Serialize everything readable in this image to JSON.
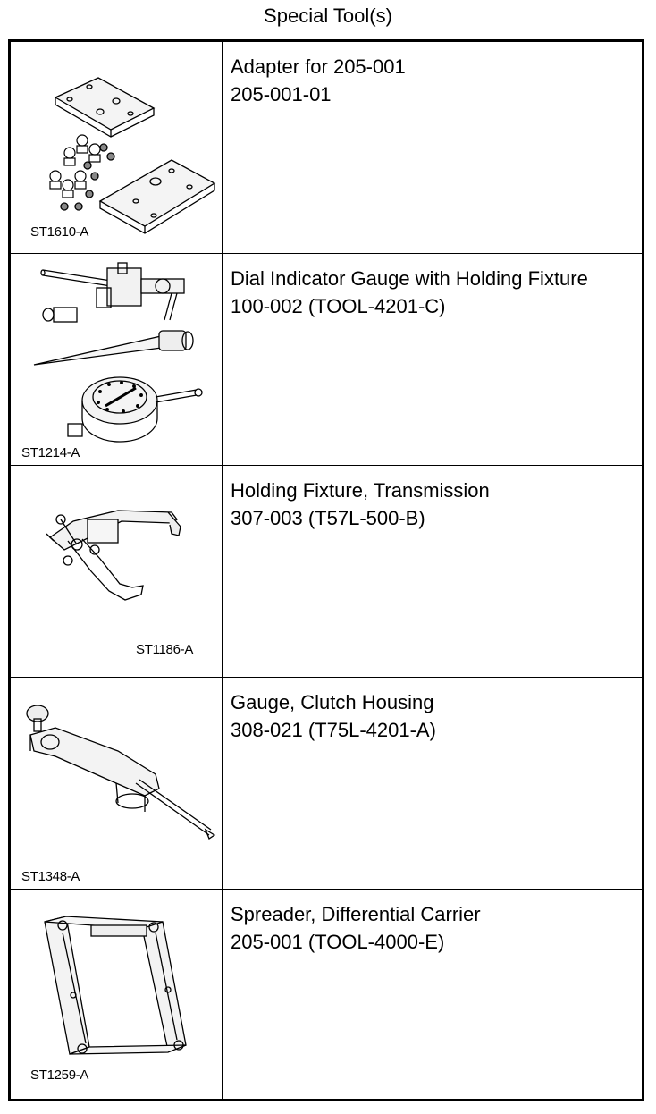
{
  "page": {
    "title": "Special Tool(s)"
  },
  "tools": [
    {
      "code": "ST1610-A",
      "name": "Adapter for 205-001",
      "number": "205-001-01",
      "illustration": "adapter-plates-bolts-illustration"
    },
    {
      "code": "ST1214-A",
      "name": "Dial Indicator Gauge with Holding Fixture",
      "number": "100-002 (TOOL-4201-C)",
      "illustration": "dial-indicator-fixture-illustration"
    },
    {
      "code": "ST1186-A",
      "name": "Holding Fixture, Transmission",
      "number": "307-003 (T57L-500-B)",
      "illustration": "transmission-holding-fixture-illustration"
    },
    {
      "code": "ST1348-A",
      "name": "Gauge, Clutch Housing",
      "number": "308-021 (T75L-4201-A)",
      "illustration": "clutch-housing-gauge-illustration"
    },
    {
      "code": "ST1259-A",
      "name": "Spreader, Differential Carrier",
      "number": "205-001 (TOOL-4000-E)",
      "illustration": "differential-spreader-illustration"
    }
  ]
}
